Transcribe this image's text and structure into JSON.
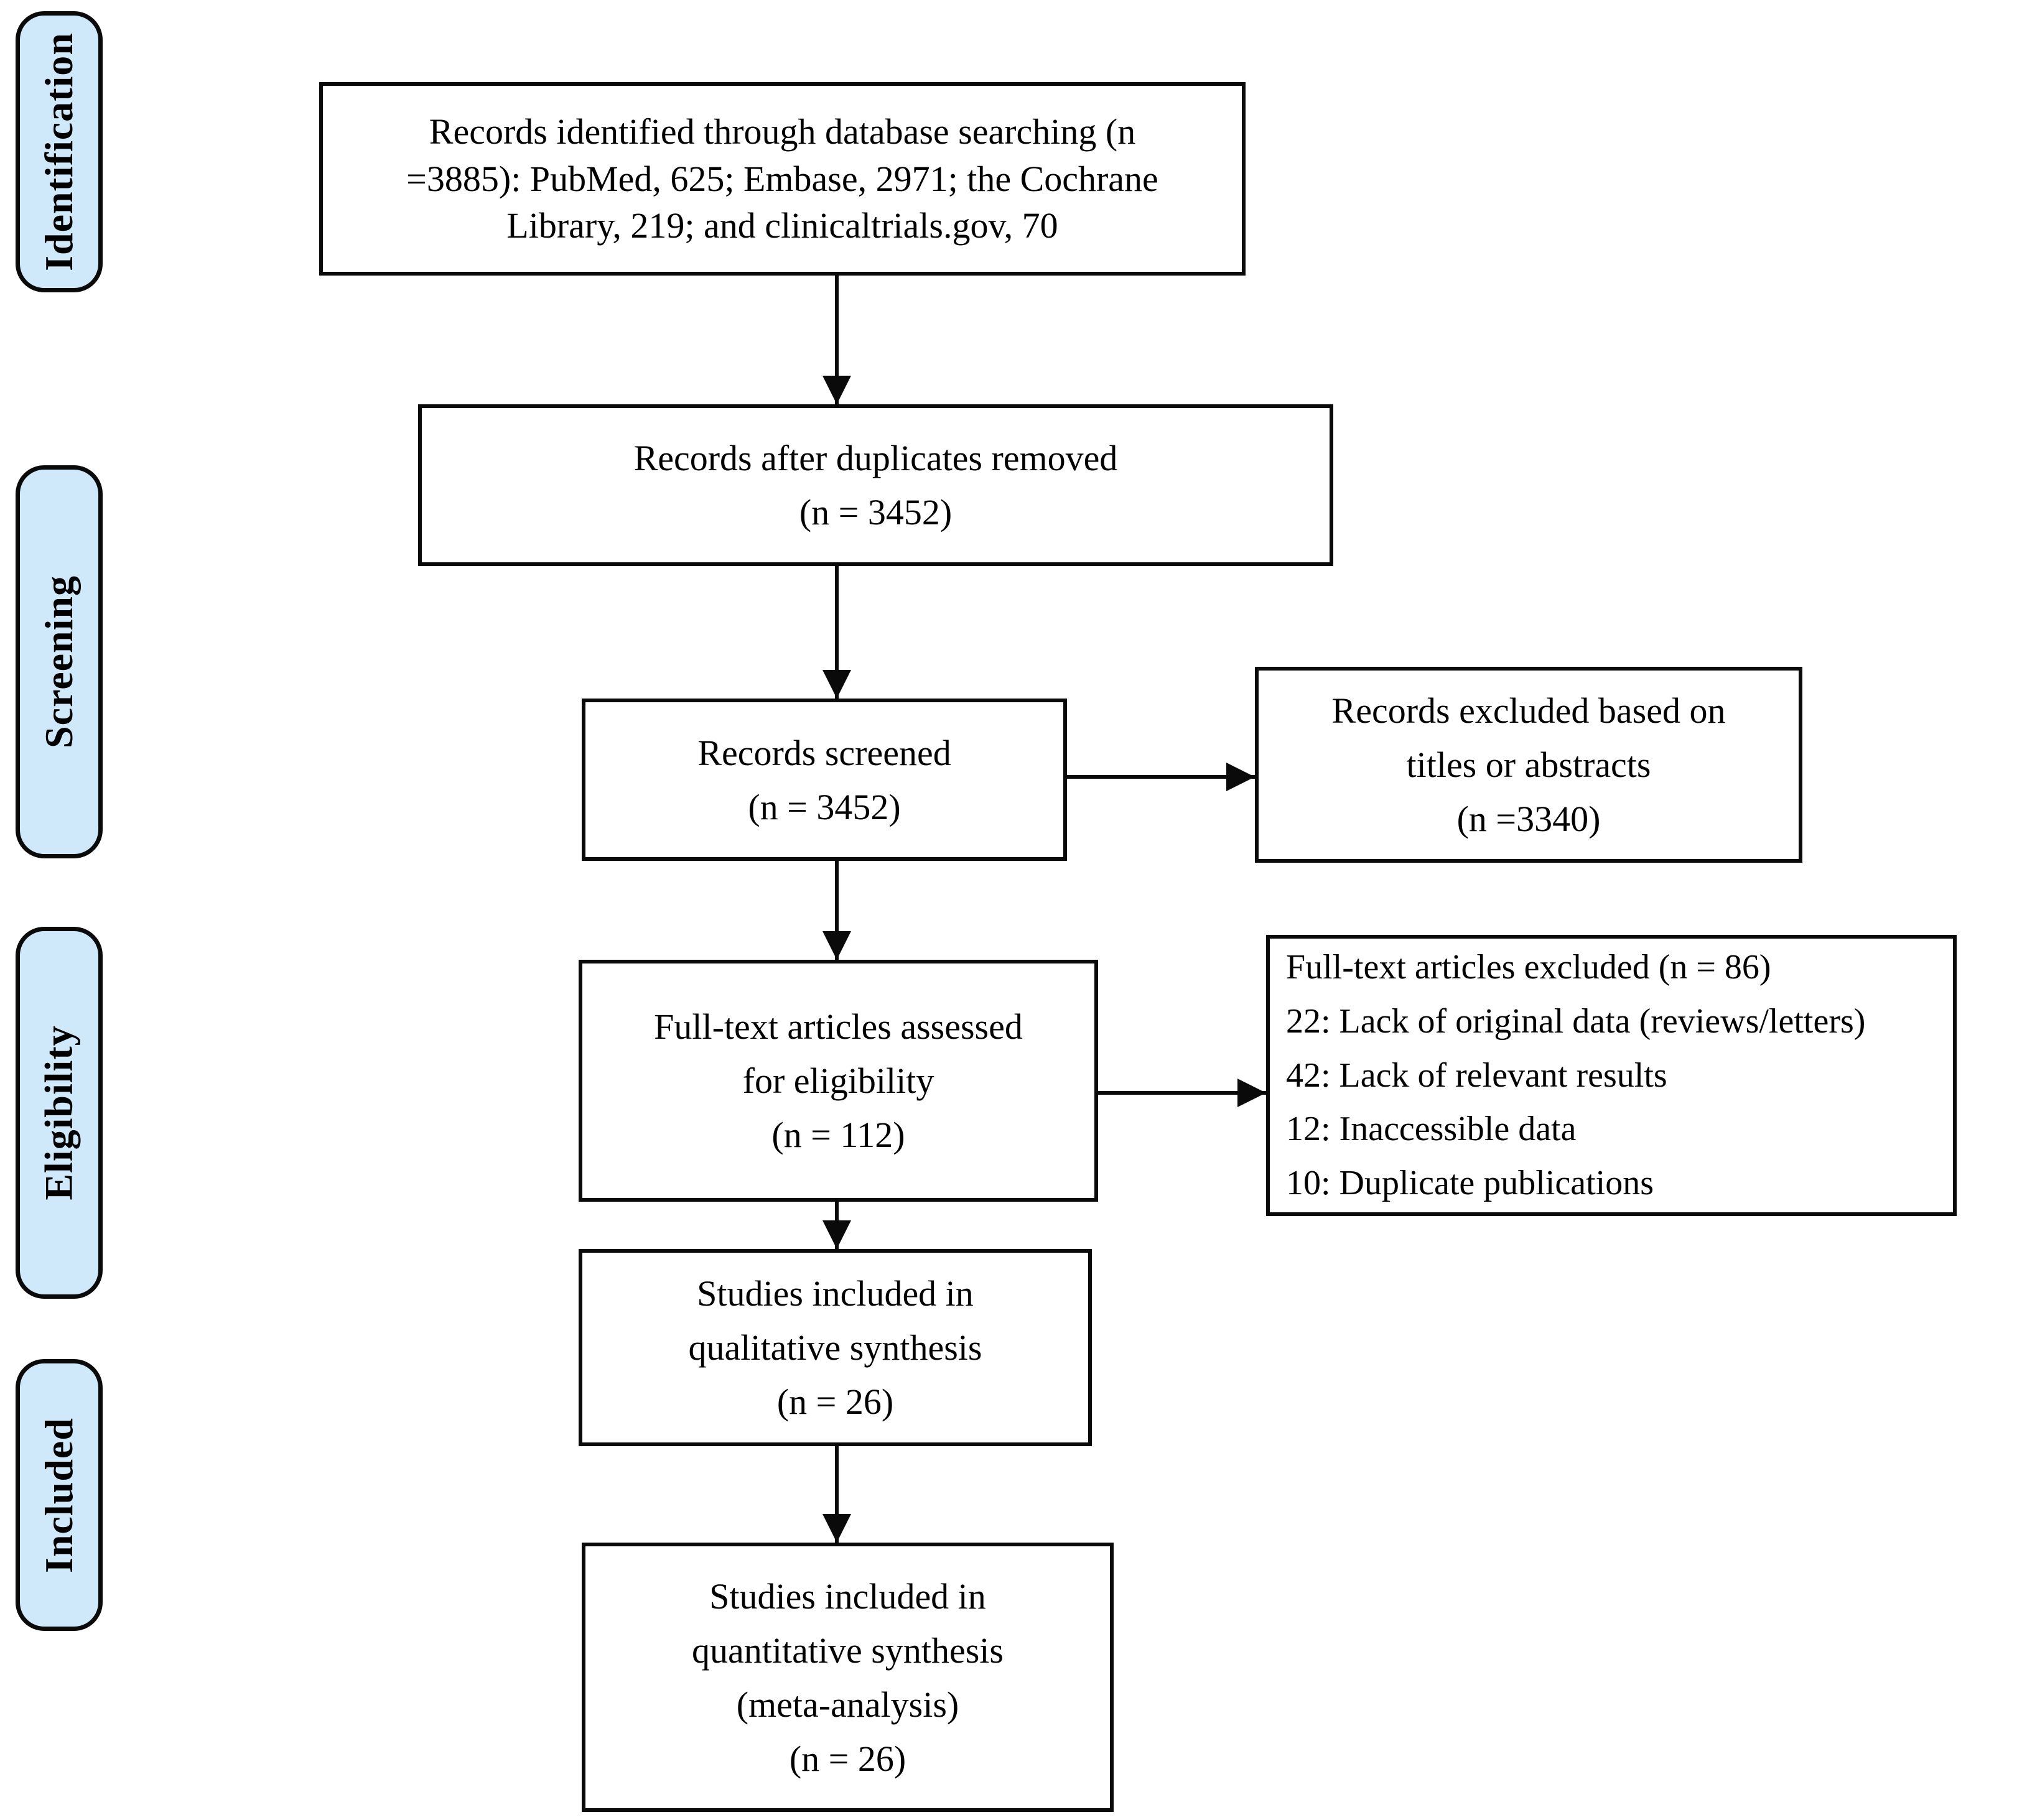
{
  "diagram": {
    "type": "prisma-flow",
    "stages": [
      {
        "label": "Identification"
      },
      {
        "label": "Screening"
      },
      {
        "label": "Eligibility"
      },
      {
        "label": "Included"
      }
    ],
    "flow": [
      {
        "id": "records-identified",
        "n": "3885",
        "text": "Records identified through database searching (n\n=3885): PubMed, 625; Embase, 2971; the Cochrane\nLibrary, 219; and clinicaltrials.gov, 70"
      },
      {
        "id": "duplicates-removed",
        "n": "3452",
        "text": "Records after duplicates removed\n(n = 3452)"
      },
      {
        "id": "records-screened",
        "n": "3452",
        "text": "Records screened\n(n = 3452)"
      },
      {
        "id": "fulltext-assessed",
        "n": "112",
        "text": "Full-text articles assessed\nfor eligibility\n(n = 112)"
      },
      {
        "id": "qualitative-synthesis",
        "n": "26",
        "text": "Studies included in\nqualitative synthesis\n(n = 26)"
      },
      {
        "id": "quantitative-synthesis",
        "n": "26",
        "text": "Studies included in\nquantitative synthesis\n(meta-analysis)\n(n = 26)"
      }
    ],
    "exclusions": [
      {
        "id": "records-excluded",
        "n": "3340",
        "text": "Records excluded based on\ntitles or abstracts\n(n =3340)"
      },
      {
        "id": "fulltext-excluded",
        "n": "86",
        "text": "Full-text articles excluded (n = 86)\n22: Lack of original data (reviews/letters)\n42: Lack of relevant results\n12: Inaccessible data\n10: Duplicate publications"
      }
    ],
    "colors": {
      "stage_fill": "#cfe8fa",
      "line": "#0a0a0a",
      "background": "#ffffff"
    }
  }
}
